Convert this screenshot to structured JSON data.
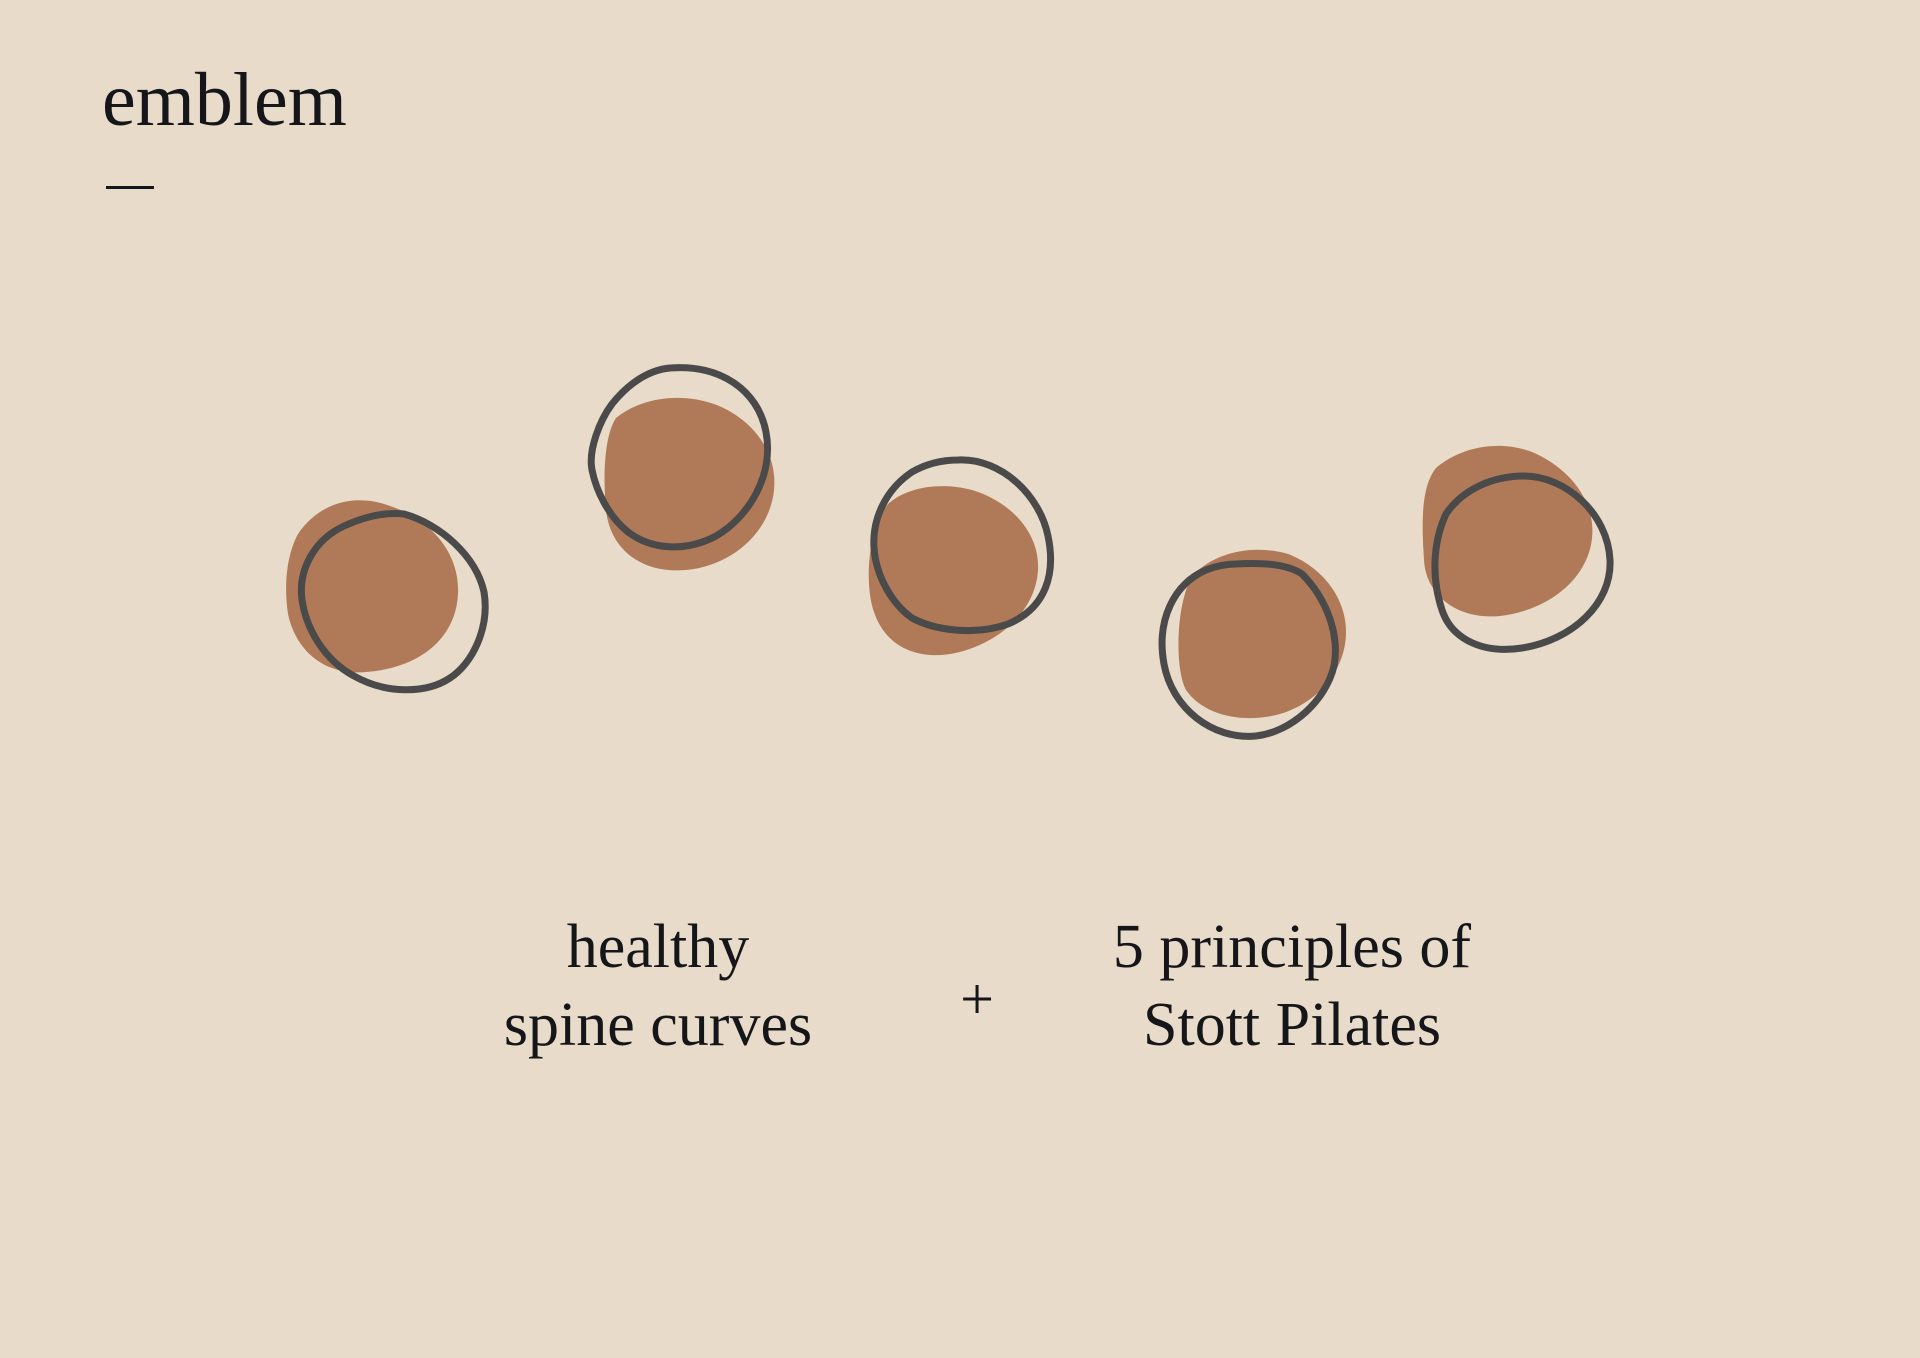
{
  "header": {
    "title": "emblem"
  },
  "captions": {
    "left": [
      "healthy",
      "spine curves"
    ],
    "operator": "+",
    "right": [
      "5 principles of",
      "Stott Pilates"
    ]
  },
  "colors": {
    "background": "#e8dbc9",
    "fill": "#b07a58",
    "outline": "#4a4a4a",
    "text": "#15161a"
  },
  "icons": [
    "filled-circle-icon",
    "outline-circle-icon"
  ]
}
